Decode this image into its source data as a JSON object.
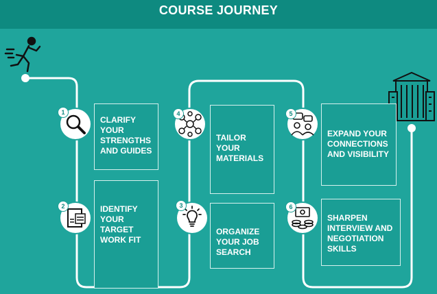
{
  "header": {
    "title": "COURSE JOURNEY"
  },
  "steps": [
    {
      "number": "1",
      "label": "CLARIFY\nYOUR\nSTRENGTHS\nAND GUIDES",
      "icon": "magnifier-icon"
    },
    {
      "number": "2",
      "label": "IDENTIFY\nYOUR\nTARGET\nWORK FIT",
      "icon": "document-icon"
    },
    {
      "number": "4",
      "label": "TAILOR\nYOUR\nMATERIALS",
      "icon": "network-icon"
    },
    {
      "number": "3",
      "label": "ORGANIZE\nYOUR JOB\nSEARCH",
      "icon": "lightbulb-icon"
    },
    {
      "number": "5",
      "label": "EXPAND YOUR\nCONNECTIONS\nAND VISIBILITY",
      "icon": "people-chat-icon"
    },
    {
      "number": "6",
      "label": "SHARPEN\nINTERVIEW AND\nNEGOTIATION\nSKILLS",
      "icon": "money-icon"
    }
  ],
  "colors": {
    "background": "#1fa59c",
    "header": "#0e8a80",
    "line": "#ffffff"
  },
  "icons": {
    "start": "runner-icon",
    "end": "building-icon"
  }
}
